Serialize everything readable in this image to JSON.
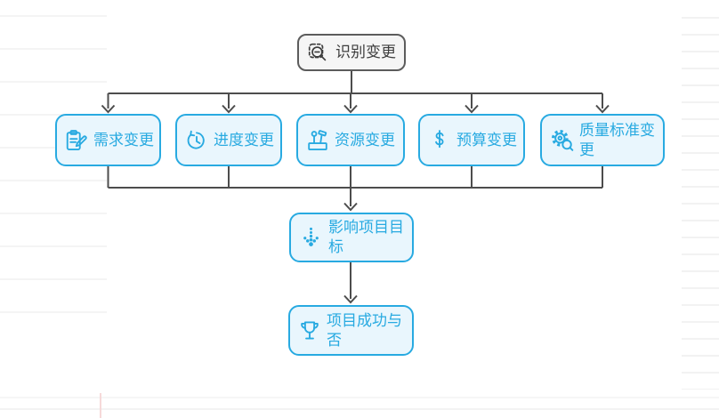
{
  "canvas": {
    "root_node": {
      "label": "识别变更",
      "icon": "zoom-area-icon"
    },
    "change_nodes": [
      {
        "label": "需求变更",
        "icon": "clipboard-pencil-icon"
      },
      {
        "label": "进度变更",
        "icon": "schedule-clock-icon"
      },
      {
        "label": "资源变更",
        "icon": "toolbox-icon"
      },
      {
        "label": "预算变更",
        "icon": "dollar-icon"
      },
      {
        "label": "质量标准变更",
        "icon": "gear-magnifier-icon"
      }
    ],
    "impact_node": {
      "label": "影响项目目标",
      "icon": "dotted-arrow-down-icon"
    },
    "result_node": {
      "label": "项目成功与否",
      "icon": "trophy-icon"
    },
    "edges": [
      {
        "from": "识别变更",
        "to": "需求变更"
      },
      {
        "from": "识别变更",
        "to": "进度变更"
      },
      {
        "from": "识别变更",
        "to": "资源变更"
      },
      {
        "from": "识别变更",
        "to": "预算变更"
      },
      {
        "from": "识别变更",
        "to": "质量标准变更"
      },
      {
        "from": "需求变更",
        "to": "影响项目目标"
      },
      {
        "from": "进度变更",
        "to": "影响项目目标"
      },
      {
        "from": "资源变更",
        "to": "影响项目目标"
      },
      {
        "from": "预算变更",
        "to": "影响项目目标"
      },
      {
        "from": "质量标准变更",
        "to": "影响项目目标"
      },
      {
        "from": "影响项目目标",
        "to": "项目成功与否"
      }
    ]
  },
  "colors": {
    "accent": "#28aae1",
    "node_fill": "#e9f6fd",
    "root_border": "#5c5c5c",
    "root_fill": "#f5f5f5",
    "root_text": "#3d3d3d",
    "connector": "#4d4d4d"
  }
}
